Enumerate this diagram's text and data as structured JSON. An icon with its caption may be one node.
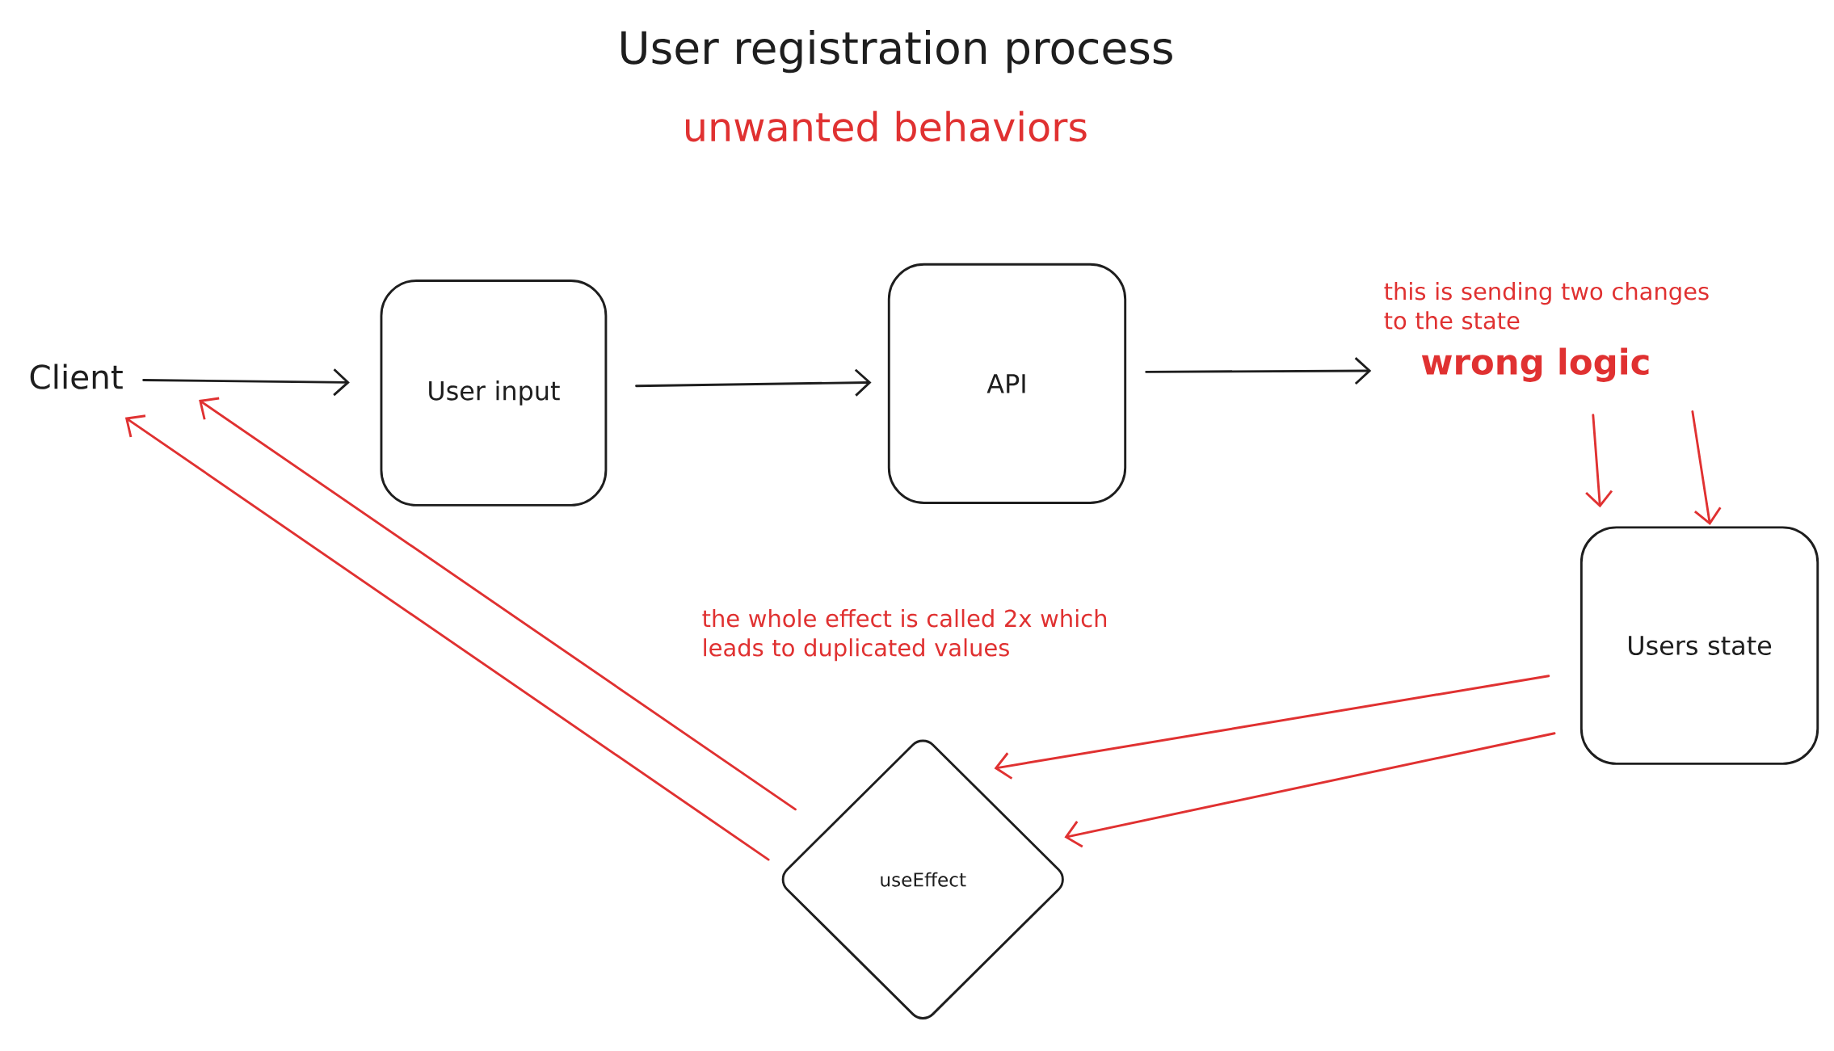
{
  "diagram": {
    "title": "User registration process",
    "nodes": [
      {
        "text": [
          "Client"
        ]
      },
      {
        "text": [
          "User input"
        ]
      },
      {
        "text": [
          "API"
        ]
      },
      {
        "text": [
          "wrong logic"
        ],
        "beside": [
          "this is sending two changes to the state"
        ]
      },
      {
        "text": [
          "Users state"
        ]
      },
      {
        "text": [
          "useEffect"
        ]
      }
    ],
    "edges": [
      {
        "from": 0,
        "to": 1,
        "arrow": "to",
        "color": "#1e1e1e"
      },
      {
        "from": 1,
        "to": 2,
        "arrow": "to",
        "color": "#1e1e1e"
      },
      {
        "from": 2,
        "to": 3,
        "arrow": "to",
        "color": "#1e1e1e"
      },
      {
        "from": 3,
        "to": 4,
        "arrow": "to"
      },
      {
        "from": 3,
        "to": 4,
        "arrow": "to"
      },
      {
        "from": 4,
        "to": 5,
        "arrow": "to"
      },
      {
        "from": 4,
        "to": 5,
        "arrow": "to"
      },
      {
        "from": 5,
        "to": 0,
        "arrow": "to"
      },
      {
        "from": 5,
        "to": 0,
        "arrow": "to"
      }
    ],
    "labels": [
      "unwanted behaviors",
      "the whole effect is called 2x which leads to duplicated values"
    ]
  }
}
